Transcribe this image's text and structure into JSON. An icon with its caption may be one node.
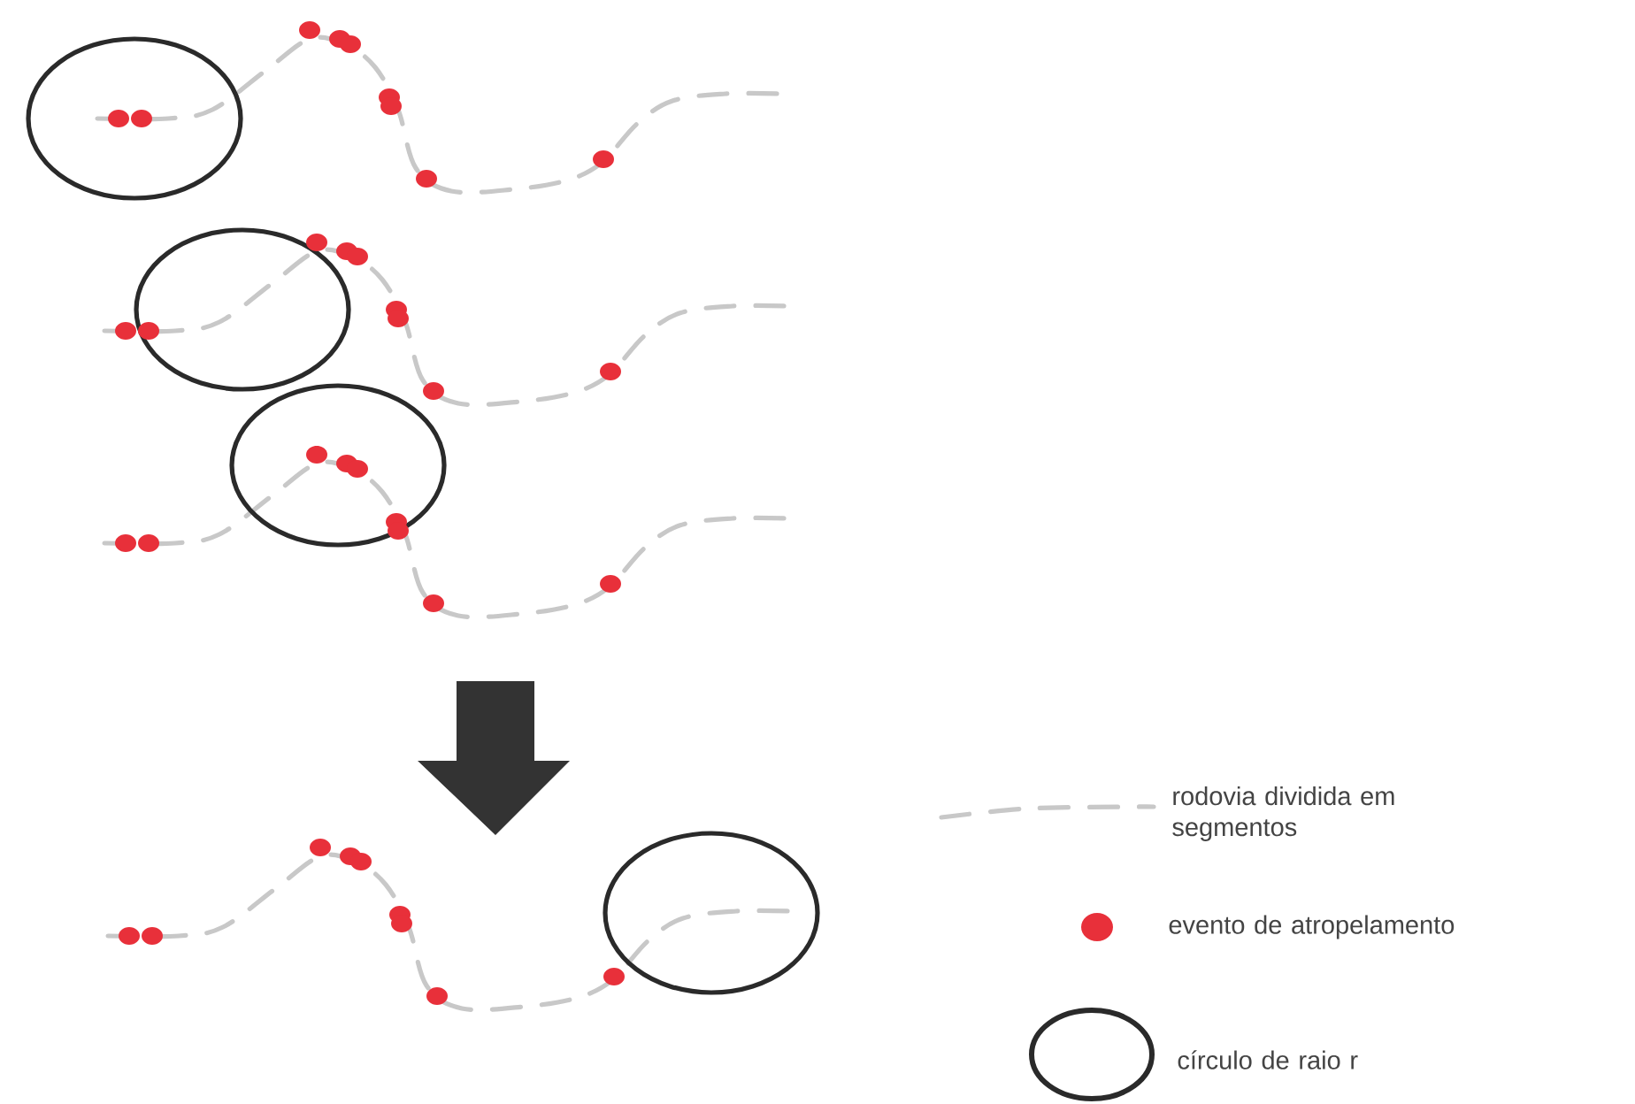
{
  "diagram": {
    "legend": [
      {
        "text": "rodovia dividida em segmentos"
      },
      {
        "text": "evento de atropelamento"
      },
      {
        "text": "círculo de raio r"
      }
    ]
  }
}
